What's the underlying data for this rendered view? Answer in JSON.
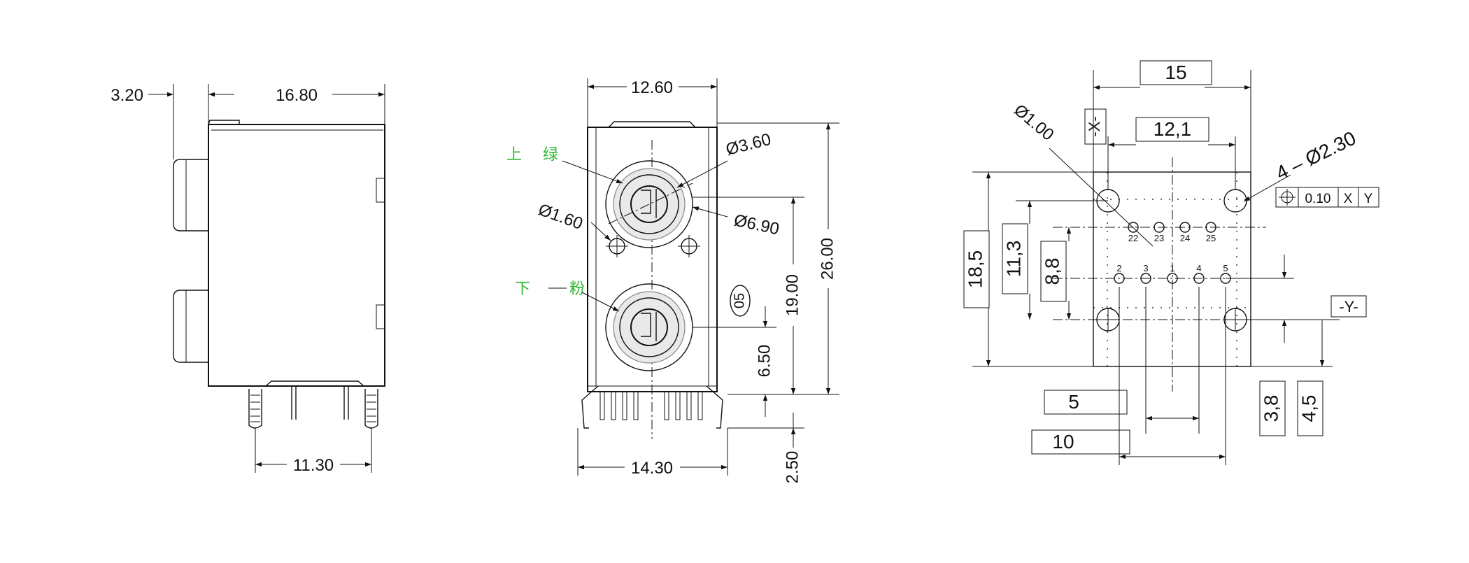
{
  "side_view": {
    "dims": {
      "total_depth": "3.20",
      "body_depth": "16.80",
      "pin_span": "11.30"
    }
  },
  "front_view": {
    "dims": {
      "width_top": "12.60",
      "width_bottom": "14.30",
      "height": "26.00",
      "upper_center": "19.00",
      "lower_center": "6.50",
      "pin_length": "2.50",
      "dia_inner": "Ø3.60",
      "dia_outer": "Ø6.90",
      "dia_peg": "Ø1.60"
    },
    "labels": {
      "top_char": "上",
      "top_color": "绿",
      "bottom_char": "下",
      "bottom_color": "粉",
      "marker": "05"
    }
  },
  "footprint": {
    "dims": {
      "outer_width": "15",
      "inner_width": "12,1",
      "overall_height": "18,5",
      "h_113": "11,3",
      "h_88": "8,8",
      "pitch_5": "5",
      "pitch_10": "10",
      "h_38": "3,8",
      "h_45": "4,5"
    },
    "hole_labels": {
      "small_hole": "Ø1.00",
      "mount_holes": "4 – Ø2.30"
    },
    "datum_x": "-X-",
    "datum_y": "-Y-",
    "tolerance": {
      "value": "0.10",
      "ref_x": "X",
      "ref_y": "Y"
    },
    "pin_row_top": [
      "22",
      "23",
      "24",
      "25"
    ],
    "pin_row_mid": [
      "2",
      "3",
      "1",
      "4",
      "5"
    ]
  }
}
